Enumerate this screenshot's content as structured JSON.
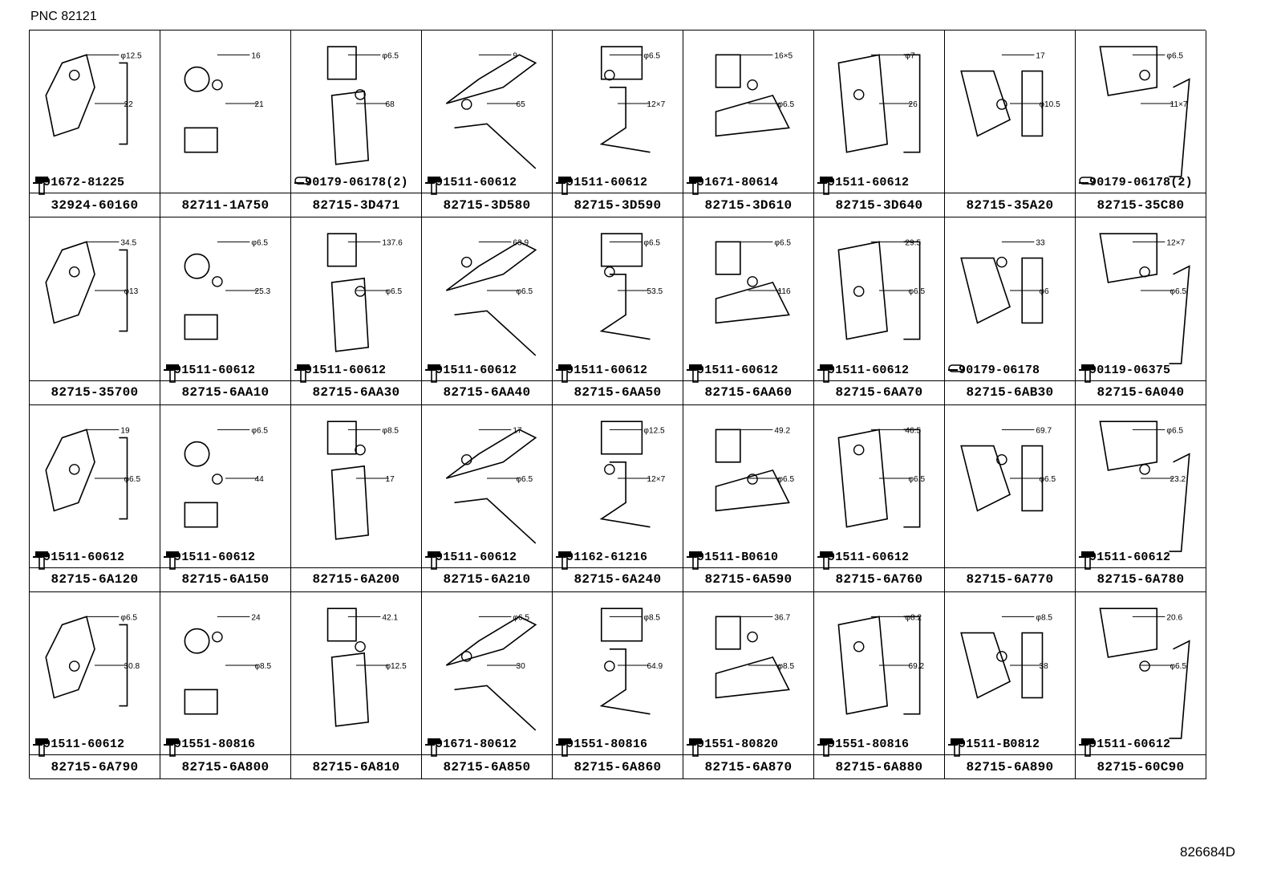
{
  "header": {
    "pnc": "PNC 82121"
  },
  "footer": {
    "figure_id": "826684D"
  },
  "cells": [
    {
      "part": "32924-60160",
      "fastener": "91672-81225",
      "ftype": "bolt",
      "dims": [
        "φ12.5",
        "22"
      ]
    },
    {
      "part": "82711-1A750",
      "fastener": "",
      "ftype": "none",
      "dims": [
        "16",
        "21"
      ]
    },
    {
      "part": "82715-3D471",
      "fastener": "90179-06178(2)",
      "ftype": "clip",
      "dims": [
        "φ6.5",
        "68"
      ]
    },
    {
      "part": "82715-3D580",
      "fastener": "91511-60612",
      "ftype": "bolt",
      "dims": [
        "9",
        "65"
      ]
    },
    {
      "part": "82715-3D590",
      "fastener": "91511-60612",
      "ftype": "bolt",
      "dims": [
        "φ6.5",
        "12×7"
      ]
    },
    {
      "part": "82715-3D610",
      "fastener": "91671-80614",
      "ftype": "bolt",
      "dims": [
        "16×5",
        "φ6.5"
      ]
    },
    {
      "part": "82715-3D640",
      "fastener": "91511-60612",
      "ftype": "bolt",
      "dims": [
        "φ7",
        "26"
      ]
    },
    {
      "part": "82715-35A20",
      "fastener": "",
      "ftype": "none",
      "dims": [
        "17",
        "φ10.5"
      ]
    },
    {
      "part": "82715-35C80",
      "fastener": "90179-06178(2)",
      "ftype": "clip",
      "dims": [
        "φ6.5",
        "11×7"
      ]
    },
    {
      "part": "82715-35700",
      "fastener": "",
      "ftype": "none",
      "dims": [
        "34.5",
        "φ13"
      ]
    },
    {
      "part": "82715-6AA10",
      "fastener": "91511-60612",
      "ftype": "bolt",
      "dims": [
        "φ6.5",
        "25.3"
      ]
    },
    {
      "part": "82715-6AA30",
      "fastener": "91511-60612",
      "ftype": "bolt",
      "dims": [
        "137.6",
        "φ6.5"
      ]
    },
    {
      "part": "82715-6AA40",
      "fastener": "91511-60612",
      "ftype": "bolt",
      "dims": [
        "63.9",
        "φ6.5"
      ]
    },
    {
      "part": "82715-6AA50",
      "fastener": "91511-60612",
      "ftype": "bolt",
      "dims": [
        "φ6.5",
        "53.5"
      ]
    },
    {
      "part": "82715-6AA60",
      "fastener": "91511-60612",
      "ftype": "bolt",
      "dims": [
        "φ6.5",
        "116"
      ]
    },
    {
      "part": "82715-6AA70",
      "fastener": "91511-60612",
      "ftype": "bolt",
      "dims": [
        "29.5",
        "φ6.5"
      ]
    },
    {
      "part": "82715-6AB30",
      "fastener": "90179-06178",
      "ftype": "clip",
      "dims": [
        "33",
        "φ6"
      ]
    },
    {
      "part": "82715-6A040",
      "fastener": "90119-06375",
      "ftype": "bolt",
      "dims": [
        "12×7",
        "φ6.5"
      ]
    },
    {
      "part": "82715-6A120",
      "fastener": "91511-60612",
      "ftype": "bolt",
      "dims": [
        "19",
        "φ6.5"
      ]
    },
    {
      "part": "82715-6A150",
      "fastener": "91511-60612",
      "ftype": "bolt",
      "dims": [
        "φ6.5",
        "44"
      ]
    },
    {
      "part": "82715-6A200",
      "fastener": "",
      "ftype": "none",
      "dims": [
        "φ8.5",
        "17"
      ]
    },
    {
      "part": "82715-6A210",
      "fastener": "91511-60612",
      "ftype": "bolt",
      "dims": [
        "17",
        "φ6.5"
      ]
    },
    {
      "part": "82715-6A240",
      "fastener": "91162-61216",
      "ftype": "bolt",
      "dims": [
        "φ12.5",
        "12×7"
      ]
    },
    {
      "part": "82715-6A590",
      "fastener": "91511-B0610",
      "ftype": "bolt",
      "dims": [
        "49.2",
        "φ6.5"
      ]
    },
    {
      "part": "82715-6A760",
      "fastener": "91511-60612",
      "ftype": "bolt",
      "dims": [
        "46.5",
        "φ6.5"
      ]
    },
    {
      "part": "82715-6A770",
      "fastener": "",
      "ftype": "none",
      "dims": [
        "69.7",
        "φ6.5"
      ]
    },
    {
      "part": "82715-6A780",
      "fastener": "91511-60612",
      "ftype": "bolt",
      "dims": [
        "φ6.5",
        "23.2"
      ]
    },
    {
      "part": "82715-6A790",
      "fastener": "91511-60612",
      "ftype": "bolt",
      "dims": [
        "φ6.5",
        "30.8"
      ]
    },
    {
      "part": "82715-6A800",
      "fastener": "91551-80816",
      "ftype": "bolt",
      "dims": [
        "24",
        "φ8.5"
      ]
    },
    {
      "part": "82715-6A810",
      "fastener": "",
      "ftype": "none",
      "dims": [
        "42.1",
        "φ12.5"
      ]
    },
    {
      "part": "82715-6A850",
      "fastener": "91671-80612",
      "ftype": "bolt",
      "dims": [
        "φ6.5",
        "30"
      ]
    },
    {
      "part": "82715-6A860",
      "fastener": "91551-80816",
      "ftype": "bolt",
      "dims": [
        "φ8.5",
        "64.9"
      ]
    },
    {
      "part": "82715-6A870",
      "fastener": "91551-80820",
      "ftype": "bolt",
      "dims": [
        "36.7",
        "φ8.5"
      ]
    },
    {
      "part": "82715-6A880",
      "fastener": "91551-80816",
      "ftype": "bolt",
      "dims": [
        "φ8.2",
        "69.2"
      ]
    },
    {
      "part": "82715-6A890",
      "fastener": "91511-B0812",
      "ftype": "bolt",
      "dims": [
        "φ8.5",
        "38"
      ]
    },
    {
      "part": "82715-60C90",
      "fastener": "91511-60612",
      "ftype": "bolt",
      "dims": [
        "20.6",
        "φ6.5"
      ]
    }
  ]
}
